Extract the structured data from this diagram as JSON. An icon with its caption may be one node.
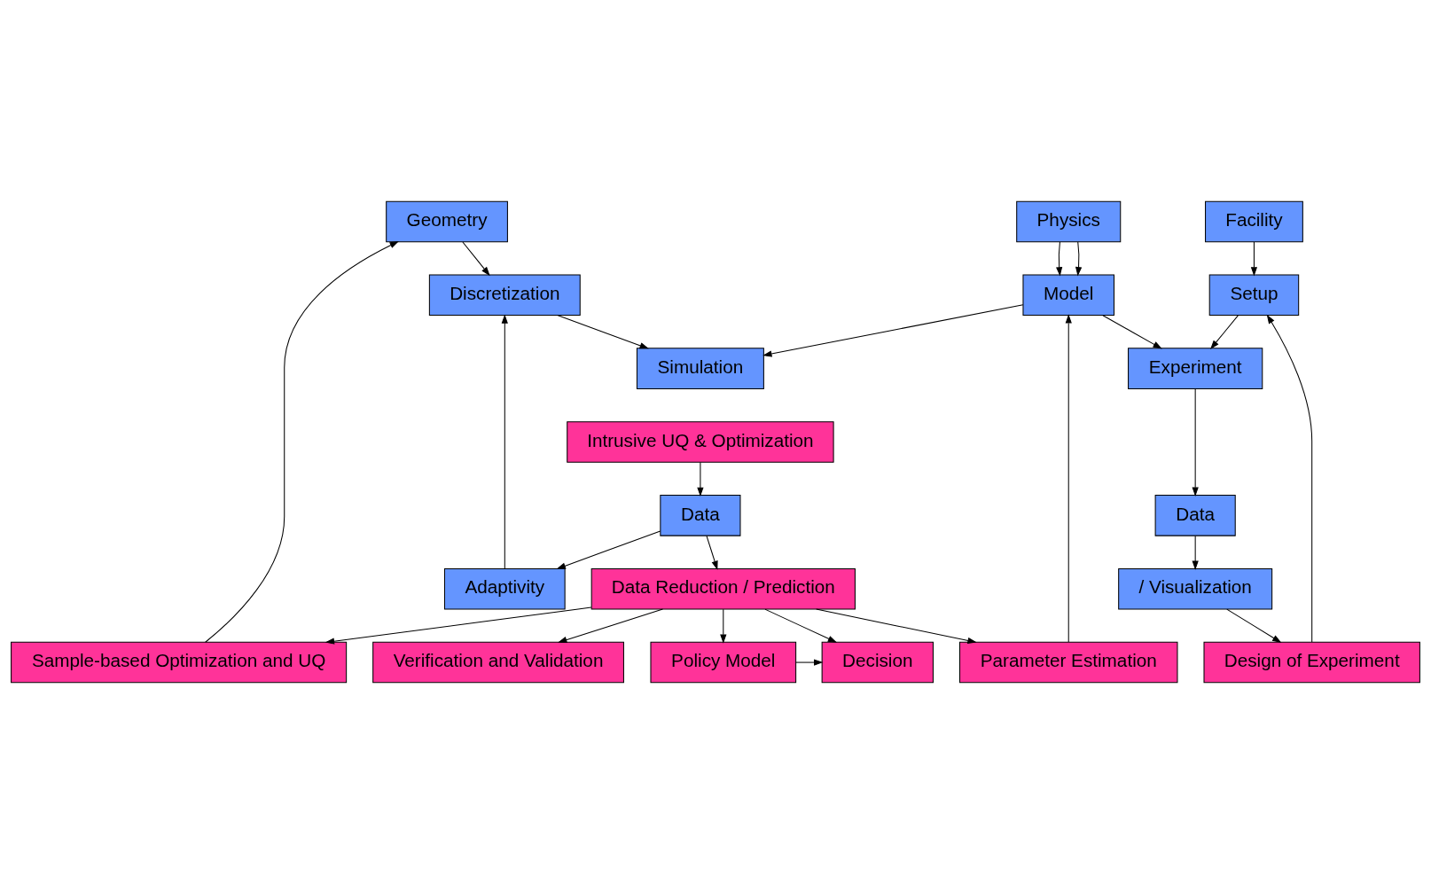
{
  "diagram": {
    "nodes": [
      {
        "text": [
          "Geometry"
        ]
      },
      {
        "text": [
          "Physics"
        ]
      },
      {
        "text": [
          "Facility"
        ]
      },
      {
        "text": [
          "Sample-based Optimization and UQ"
        ]
      },
      {
        "text": [
          "Discretization"
        ]
      },
      {
        "text": [
          "Model"
        ]
      },
      {
        "text": [
          "Setup"
        ]
      },
      {
        "text": [
          "Verification and Validation"
        ]
      },
      {
        "text": [
          "Parameter Estimation"
        ]
      },
      {
        "text": [
          "Adaptivity"
        ]
      },
      {
        "text": [
          "Simulation"
        ]
      },
      {
        "text": [
          "Intrusive UQ & Optimization"
        ]
      },
      {
        "text": [
          "Experiment"
        ]
      },
      {
        "text": [
          "Design of Experiment"
        ]
      },
      {
        "text": [
          "Data"
        ]
      },
      {
        "text": [
          "Data"
        ]
      },
      {
        "text": [
          "Data Reduction / Prediction"
        ]
      },
      {
        "text": [
          "/ Visualization"
        ]
      },
      {
        "text": [
          "Decision"
        ]
      },
      {
        "text": [
          "Policy Model"
        ]
      }
    ],
    "edges": [
      {
        "from": 3,
        "to": 0,
        "arrow": "to"
      },
      {
        "from": 0,
        "to": 4,
        "arrow": "to"
      },
      {
        "from": 1,
        "to": 5,
        "arrow": "to"
      },
      {
        "from": 1,
        "to": 5,
        "arrow": "to"
      },
      {
        "from": 2,
        "to": 6,
        "arrow": "to"
      },
      {
        "from": 4,
        "to": 10,
        "arrow": "to"
      },
      {
        "from": 5,
        "to": 10,
        "arrow": "to"
      },
      {
        "from": 5,
        "to": 12,
        "arrow": "to"
      },
      {
        "from": 6,
        "to": 12,
        "arrow": "to"
      },
      {
        "from": 11,
        "to": 14,
        "arrow": "to"
      },
      {
        "from": 14,
        "to": 9,
        "arrow": "to"
      },
      {
        "from": 9,
        "to": 4,
        "arrow": "to"
      },
      {
        "from": 8,
        "to": 5,
        "arrow": "to"
      },
      {
        "from": 12,
        "to": 15,
        "arrow": "to"
      },
      {
        "from": 14,
        "to": 16,
        "arrow": "to"
      },
      {
        "from": 15,
        "to": 17,
        "arrow": "to"
      },
      {
        "from": 16,
        "to": 8,
        "arrow": "to"
      },
      {
        "from": 17,
        "to": 13,
        "arrow": "to"
      },
      {
        "from": 13,
        "to": 6,
        "arrow": "to"
      },
      {
        "from": 16,
        "to": 3,
        "arrow": "to"
      },
      {
        "from": 16,
        "to": 7,
        "arrow": "to"
      },
      {
        "from": 16,
        "to": 19,
        "arrow": "to"
      },
      {
        "from": 16,
        "to": 18,
        "arrow": "to"
      },
      {
        "from": 19,
        "to": 18,
        "arrow": "to"
      }
    ]
  }
}
